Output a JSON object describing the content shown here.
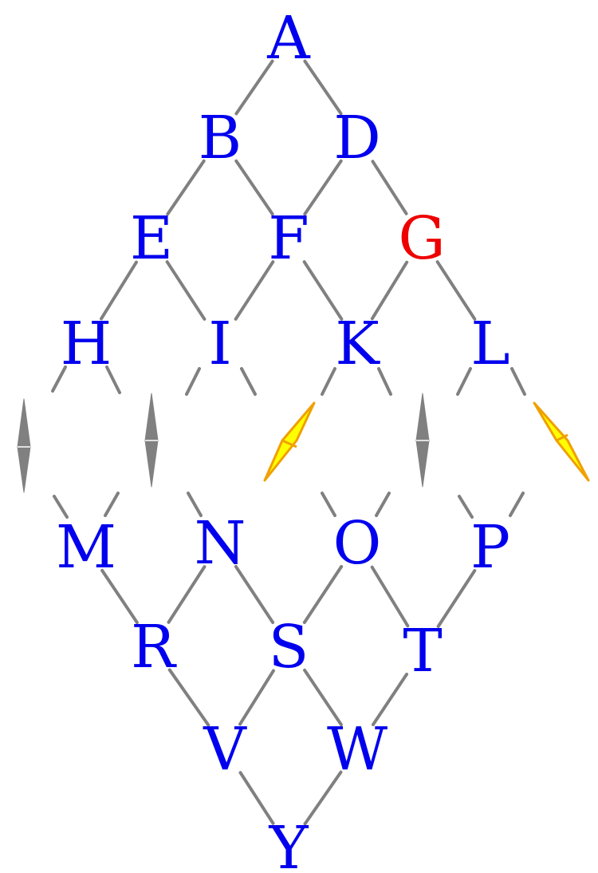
{
  "colors": {
    "node": "#0000ee",
    "highlight": "#ee0000",
    "edge": "#808080",
    "marker_gray": "#808080",
    "marker_fill": "#ffff00",
    "marker_stroke": "#f0a000"
  },
  "nodes": [
    {
      "id": "A",
      "label": "A"
    },
    {
      "id": "B",
      "label": "B"
    },
    {
      "id": "D",
      "label": "D"
    },
    {
      "id": "E",
      "label": "E"
    },
    {
      "id": "F",
      "label": "F"
    },
    {
      "id": "G",
      "label": "G",
      "highlight": true
    },
    {
      "id": "H",
      "label": "H"
    },
    {
      "id": "I",
      "label": "I"
    },
    {
      "id": "K",
      "label": "K"
    },
    {
      "id": "L",
      "label": "L"
    },
    {
      "id": "M",
      "label": "M"
    },
    {
      "id": "N",
      "label": "N"
    },
    {
      "id": "O",
      "label": "O"
    },
    {
      "id": "P",
      "label": "P"
    },
    {
      "id": "R",
      "label": "R"
    },
    {
      "id": "S",
      "label": "S"
    },
    {
      "id": "T",
      "label": "T"
    },
    {
      "id": "V",
      "label": "V"
    },
    {
      "id": "W",
      "label": "W"
    },
    {
      "id": "Y",
      "label": "Y"
    }
  ],
  "edges": [
    [
      "A",
      "B"
    ],
    [
      "A",
      "D"
    ],
    [
      "B",
      "E"
    ],
    [
      "B",
      "F"
    ],
    [
      "D",
      "F"
    ],
    [
      "D",
      "G"
    ],
    [
      "E",
      "H"
    ],
    [
      "E",
      "I"
    ],
    [
      "F",
      "I"
    ],
    [
      "F",
      "K"
    ],
    [
      "G",
      "K"
    ],
    [
      "G",
      "L"
    ],
    [
      "M",
      "R"
    ],
    [
      "N",
      "R"
    ],
    [
      "N",
      "S"
    ],
    [
      "O",
      "S"
    ],
    [
      "O",
      "T"
    ],
    [
      "P",
      "T"
    ],
    [
      "R",
      "V"
    ],
    [
      "S",
      "V"
    ],
    [
      "S",
      "W"
    ],
    [
      "T",
      "W"
    ],
    [
      "V",
      "Y"
    ],
    [
      "W",
      "Y"
    ]
  ],
  "markers": [
    {
      "id": "m1",
      "style": "gray-vertical"
    },
    {
      "id": "m2",
      "style": "gray-vertical"
    },
    {
      "id": "m3",
      "style": "yellow-diagonal"
    },
    {
      "id": "m4",
      "style": "gray-vertical"
    },
    {
      "id": "m5",
      "style": "yellow-diagonal"
    }
  ]
}
